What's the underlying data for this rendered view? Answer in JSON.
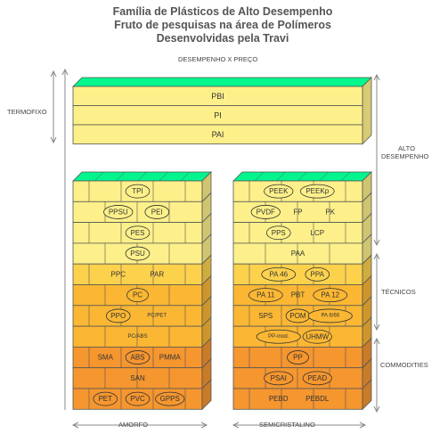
{
  "title": {
    "line1": "Família de Plásticos de Alto Desempenho",
    "line2": "Fruto de pesquisas na área de Polímeros",
    "line3": "Desenvolvidas pela Travi"
  },
  "subtitle": "DESEMPENHO X PREÇO",
  "labels": {
    "termofixo": "TERMOFIXO",
    "alto_desempenho_1": "ALTO",
    "alto_desempenho_2": "DESEMPENHO",
    "tecnicos": "TÉCNICOS",
    "commodities": "COMMODITIES",
    "amorfo": "AMORFO",
    "semicristalino": "SEMICRISTALINO"
  },
  "colors": {
    "light_yellow": "#fdf08a",
    "mid_yellow": "#fcd24c",
    "orange_yellow": "#fbb733",
    "orange": "#f5962f",
    "deep_orange": "#ee8a2b",
    "outline": "#555555"
  },
  "thermoset": [
    "PBI",
    "PI",
    "PAI"
  ],
  "amorphous": [
    {
      "tier": "alto",
      "items": [
        {
          "t": "TPI",
          "oval": true
        }
      ]
    },
    {
      "tier": "alto",
      "items": [
        {
          "t": "PPSU",
          "oval": true
        },
        {
          "t": "PEI",
          "oval": true
        }
      ]
    },
    {
      "tier": "alto",
      "items": [
        {
          "t": "PES",
          "oval": true
        }
      ]
    },
    {
      "tier": "alto",
      "items": [
        {
          "t": "PSU",
          "oval": true
        }
      ]
    },
    {
      "tier": "tec",
      "items": [
        {
          "t": "PPC",
          "oval": false
        },
        {
          "t": "PAR",
          "oval": false
        }
      ]
    },
    {
      "tier": "tec",
      "items": [
        {
          "t": "PC",
          "oval": true
        }
      ]
    },
    {
      "tier": "tec",
      "items": [
        {
          "t": "PPO",
          "oval": true
        },
        {
          "t": "PC/PET",
          "oval": false
        }
      ]
    },
    {
      "tier": "tec",
      "items": [
        {
          "t": "PC/ABS",
          "oval": false
        }
      ]
    },
    {
      "tier": "com",
      "items": [
        {
          "t": "SMA",
          "oval": false
        },
        {
          "t": "ABS",
          "oval": true
        },
        {
          "t": "PMMA",
          "oval": false
        }
      ]
    },
    {
      "tier": "com",
      "items": [
        {
          "t": "SAN",
          "oval": false
        }
      ]
    },
    {
      "tier": "com",
      "items": [
        {
          "t": "PET",
          "oval": true
        },
        {
          "t": "PVC",
          "oval": true
        },
        {
          "t": "GPPS",
          "oval": true
        }
      ]
    }
  ],
  "semicrystalline": [
    {
      "tier": "alto",
      "items": [
        {
          "t": "PEEK",
          "oval": true
        },
        {
          "t": "PEEKp",
          "oval": true
        }
      ]
    },
    {
      "tier": "alto",
      "items": [
        {
          "t": "PVDF",
          "oval": true
        },
        {
          "t": "FP",
          "oval": false
        },
        {
          "t": "PK",
          "oval": false
        }
      ]
    },
    {
      "tier": "alto",
      "items": [
        {
          "t": "PPS",
          "oval": true
        },
        {
          "t": "LCP",
          "oval": false
        }
      ]
    },
    {
      "tier": "alto",
      "items": [
        {
          "t": "PAA",
          "oval": false
        }
      ]
    },
    {
      "tier": "tec",
      "items": [
        {
          "t": "PA 46",
          "oval": true
        },
        {
          "t": "PPA",
          "oval": true
        }
      ]
    },
    {
      "tier": "tec",
      "items": [
        {
          "t": "PA 11",
          "oval": true
        },
        {
          "t": "PBT",
          "oval": false
        },
        {
          "t": "PA 12",
          "oval": true
        }
      ]
    },
    {
      "tier": "tec",
      "items": [
        {
          "t": "SPS",
          "oval": false
        },
        {
          "t": "POM",
          "oval": true
        },
        {
          "t": "PA 6/66",
          "oval": true
        }
      ]
    },
    {
      "tier": "tec",
      "items": [
        {
          "t": "PP-mod.",
          "oval": true
        },
        {
          "t": "UHMW",
          "oval": true
        }
      ]
    },
    {
      "tier": "com",
      "items": [
        {
          "t": "PP",
          "oval": true
        }
      ]
    },
    {
      "tier": "com",
      "items": [
        {
          "t": "PSAI",
          "oval": true
        },
        {
          "t": "PEAD",
          "oval": true
        }
      ]
    },
    {
      "tier": "com",
      "items": [
        {
          "t": "PEBD",
          "oval": false
        },
        {
          "t": "PEBDL",
          "oval": false
        }
      ]
    }
  ]
}
